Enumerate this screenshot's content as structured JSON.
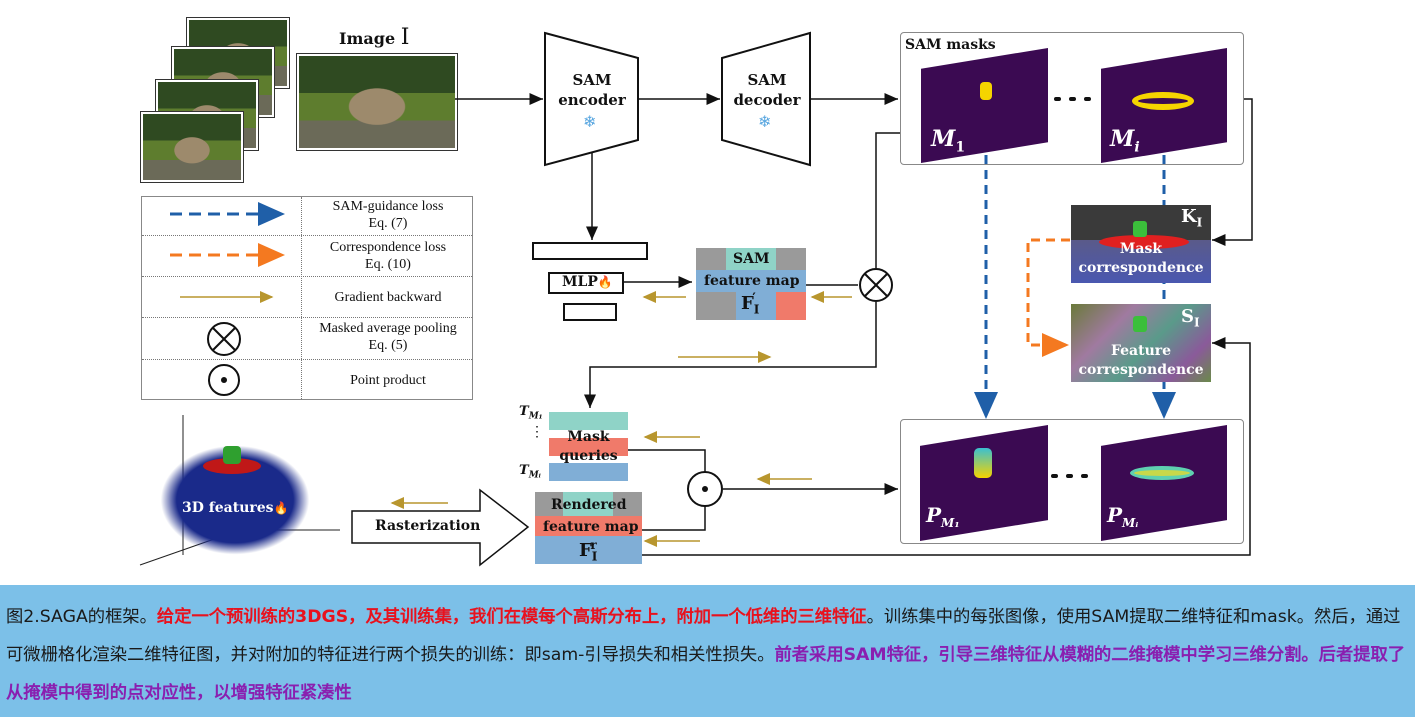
{
  "image_label": "Image",
  "image_symbol": "I",
  "sam_encoder": "SAM\nencoder",
  "sam_decoder": "SAM\ndecoder",
  "sam_masks_title": "SAM masks",
  "mask_first": "M",
  "mask_first_sub": "1",
  "mask_i": "M",
  "mask_i_sub": "i",
  "ellipsis": "• • •",
  "mlp_label": "MLP",
  "fire_icon": "🔥",
  "snow_icon": "❄",
  "feature_map": {
    "line1": "SAM",
    "line2": "feature map",
    "symbol": "F",
    "sub": "I",
    "sup": "′"
  },
  "k_label": "K",
  "k_sub": "I",
  "mask_corr": "Mask\ncorrespondence",
  "s_label": "S",
  "s_sub": "I",
  "feat_corr": "Feature\ncorrespondence",
  "tm1": "T",
  "tm1_sub": "M₁",
  "tmi": "T",
  "tmi_sub": "Mᵢ",
  "mask_queries": "Mask\nqueries",
  "rendered_fm": {
    "line1": "Rendered",
    "line2": "feature map",
    "symbol": "F",
    "sub": "I",
    "sup": "r"
  },
  "features_3d": "3D features",
  "rasterization": "Rasterization",
  "p_label": "P",
  "p_sub_1": "M₁",
  "p_sub_i": "Mᵢ",
  "legend": [
    {
      "line1": "SAM-guidance loss",
      "line2": "Eq. (7)"
    },
    {
      "line1": "Correspondence loss",
      "line2": "Eq. (10)"
    },
    {
      "line1": "Gradient backward",
      "line2": ""
    },
    {
      "line1": "Masked average pooling",
      "line2": "Eq. (5)"
    },
    {
      "line1": "Point product",
      "line2": ""
    }
  ],
  "colors": {
    "blue": "#1f5fa8",
    "orange": "#f47920",
    "gold": "#b8962e",
    "teal": "#8fd3c7",
    "salmon": "#f07a6a",
    "grey": "#9a9a9a",
    "lightblue": "#80aed6",
    "caption_bg": "#7cc0e8"
  },
  "caption": {
    "p1": "图2.SAGA的框架。",
    "p2": "给定一个预训练的3DGS，及其训练集，我们在模每个高斯分布上，附加一个低维的三维特征",
    "p3": "。训练集中的每张图像，使用SAM提取二维特征和mask。然后，通过可微栅格化渲染二维特征图，并对附加的特征进行两个损失的训练：即sam-引导损失和相关性损失。",
    "p4": "前者采用SAM特征，引导三维特征从模糊的二维掩模中学习三维分割。后者提取了从掩模中得到的点对应性，以增强特征紧凑性"
  }
}
